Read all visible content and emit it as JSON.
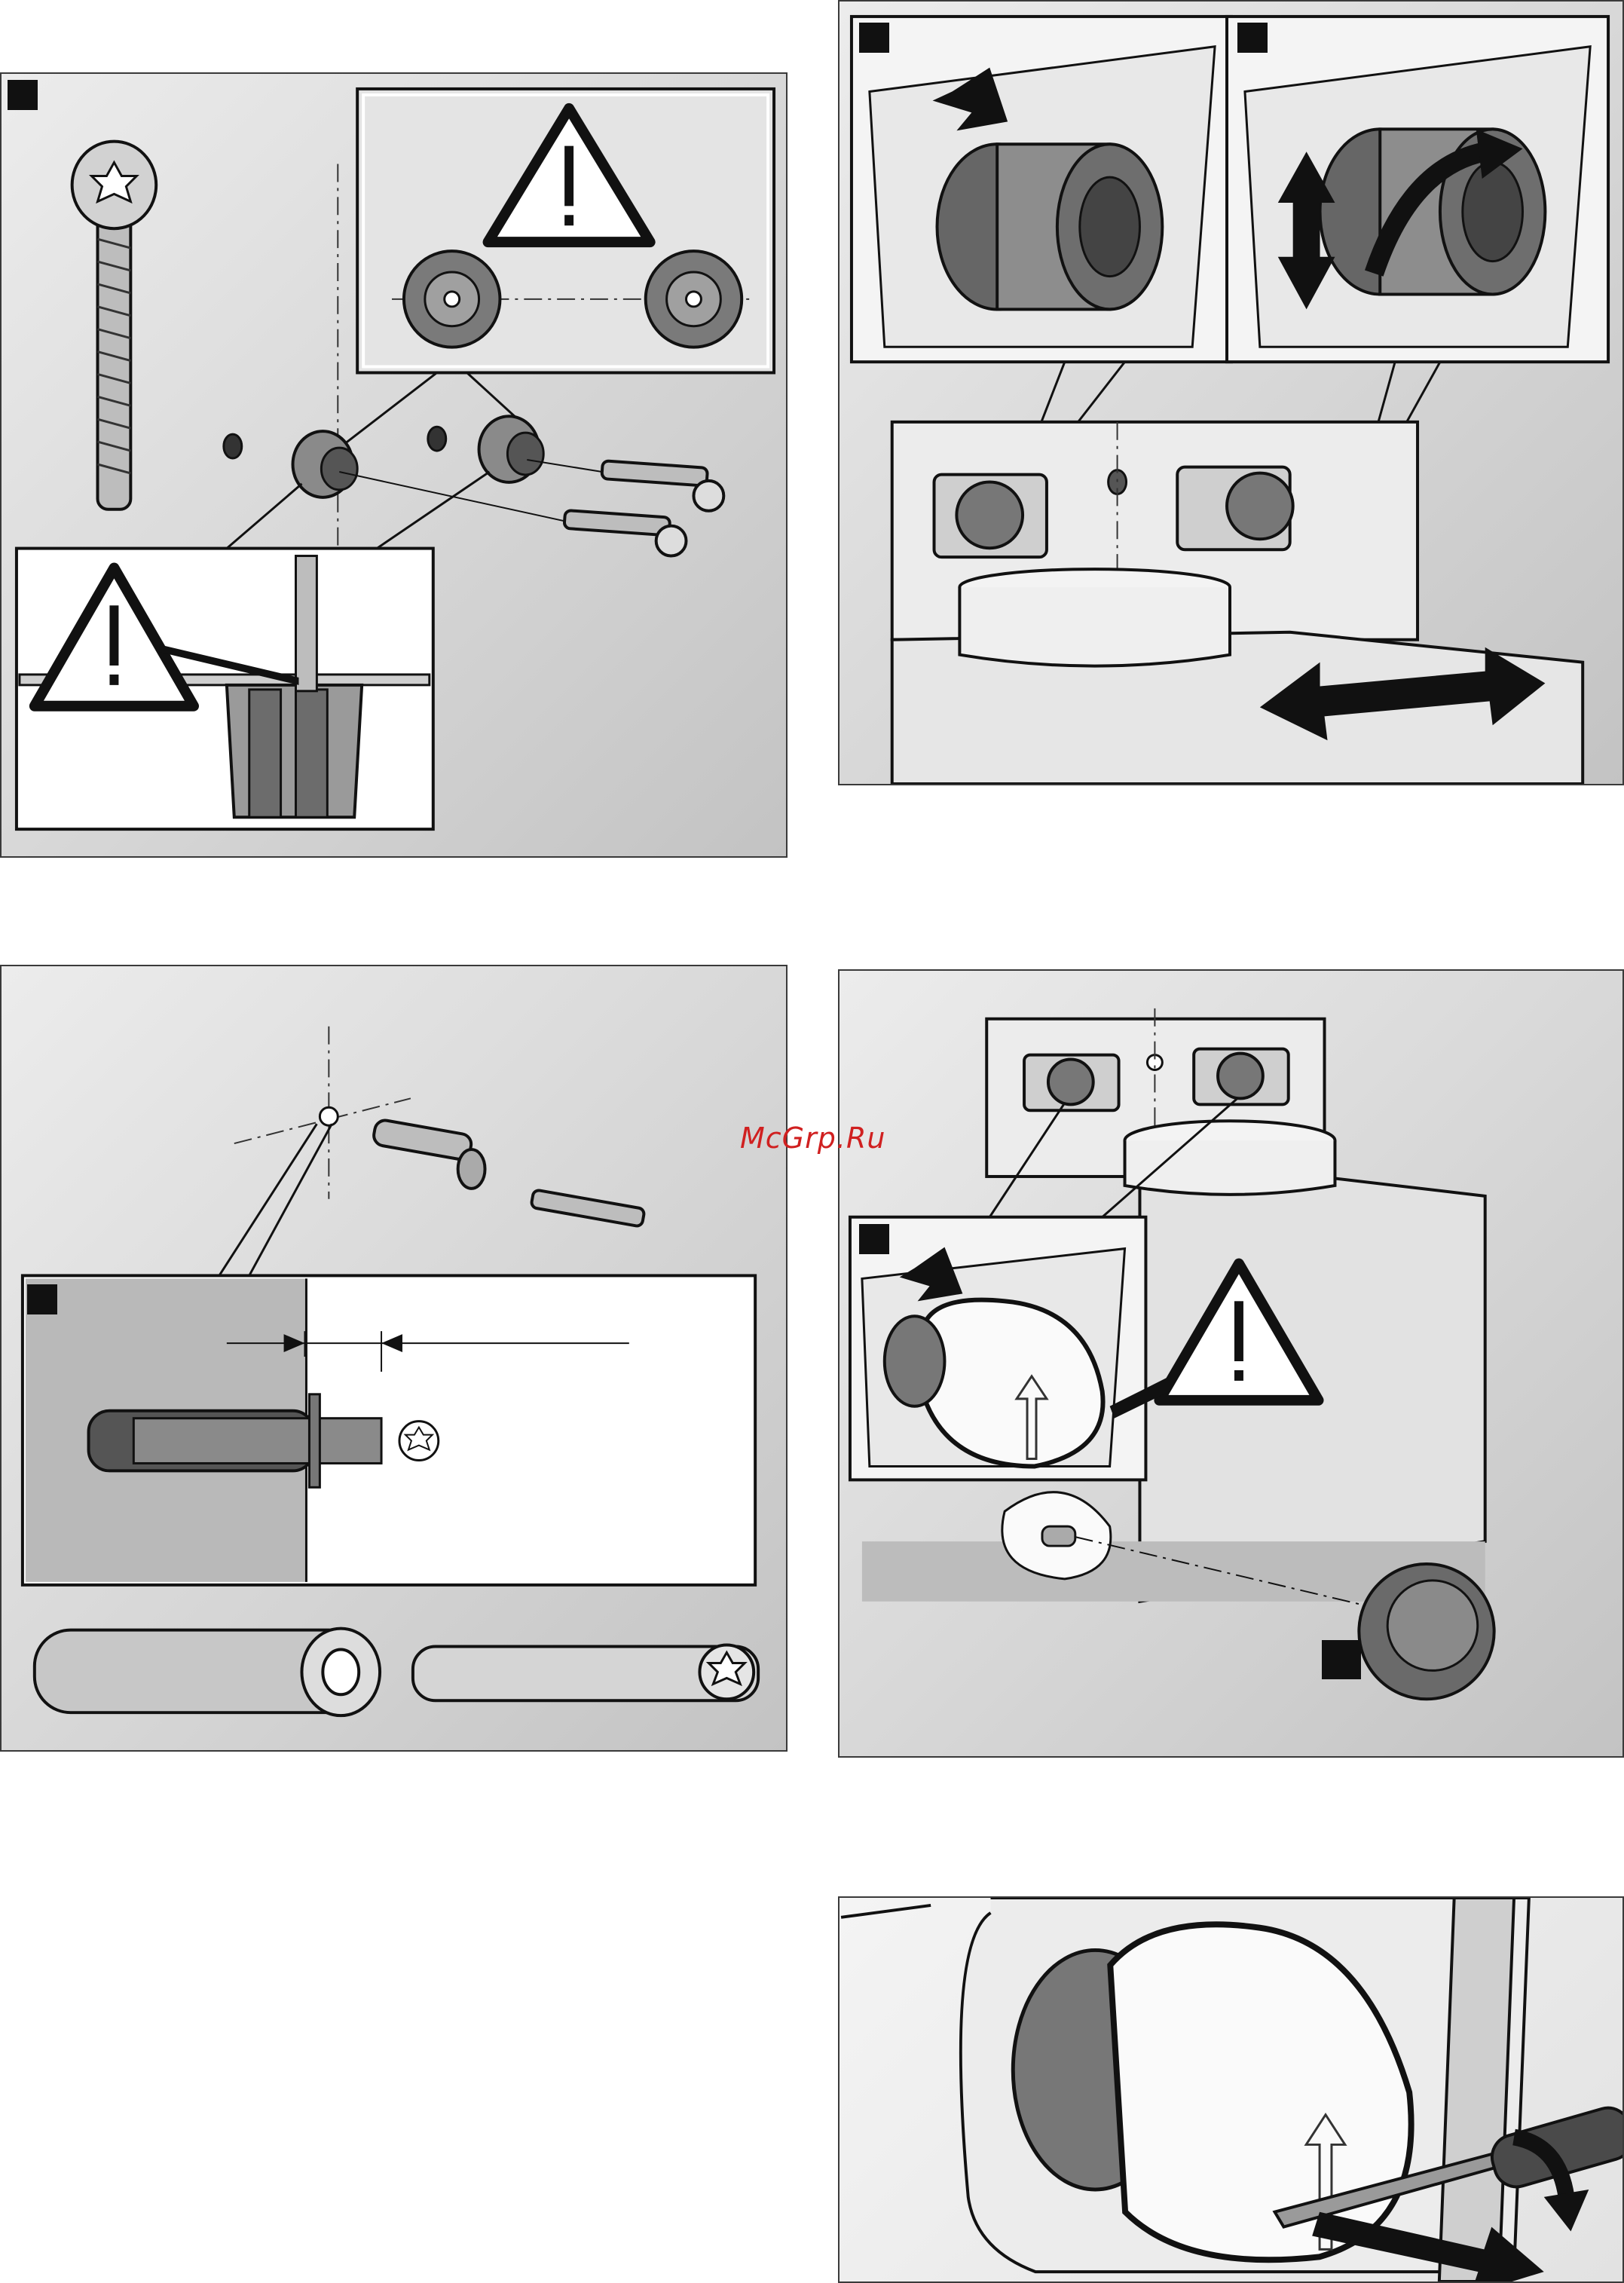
{
  "watermark": "McGrp.Ru",
  "colors": {
    "outline": "#111111",
    "panel_light": "#ececec",
    "panel_dark": "#c3c3c3",
    "watermark": "#d02020"
  },
  "panels": [
    {
      "id": "panel-1",
      "content": "screw-and-anchor-warning"
    },
    {
      "id": "panel-2",
      "content": "press-and-rotate-knob"
    },
    {
      "id": "panel-3",
      "content": "wall-dowel-depth"
    },
    {
      "id": "panel-4",
      "content": "cover-cap-warning"
    },
    {
      "id": "panel-5",
      "content": "pry-off-cap"
    }
  ],
  "icons": [
    "warning-triangle-icon",
    "step-badge-icon",
    "arrow-icon",
    "torx-icon"
  ]
}
